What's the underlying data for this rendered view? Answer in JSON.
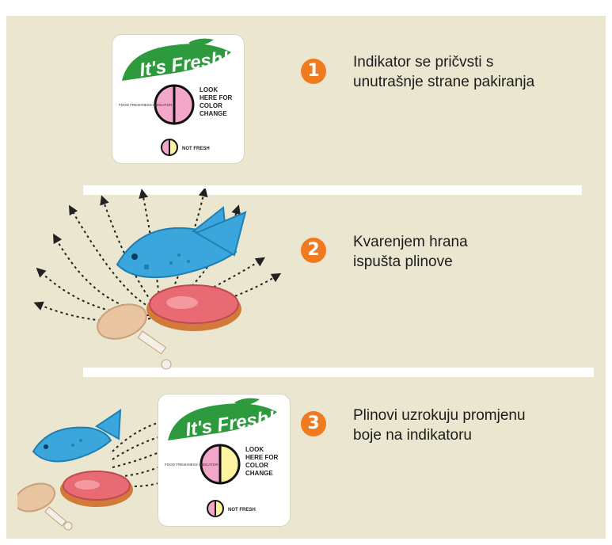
{
  "indicator": {
    "brand": "It's Fresh!",
    "look_line1": "LOOK",
    "look_line2": "HERE FOR",
    "look_line3": "COLOR",
    "look_line4": "CHANGE",
    "left_label": "FOOD FRESHNESS INDICATOR",
    "key_label": "NOT FRESH",
    "colors": {
      "fresh": "#f2a7c8",
      "spoiled": "#fbf3a0",
      "logo": "#2e9a3e"
    }
  },
  "steps": [
    {
      "number": "1",
      "text": "Indikator se pričvsti s\nunutrašnje strane pakiranja"
    },
    {
      "number": "2",
      "text": "Kvarenjem hrana\nispušta plinove"
    },
    {
      "number": "3",
      "text": "Plinovi uzrokuju promjenu\nboje na indikatoru"
    }
  ],
  "colors": {
    "background": "#eae6cf",
    "accent": "#f07a20",
    "fish": "#3ba6dc",
    "meat": "#e86a72",
    "drumstick": "#e8c4a0"
  }
}
